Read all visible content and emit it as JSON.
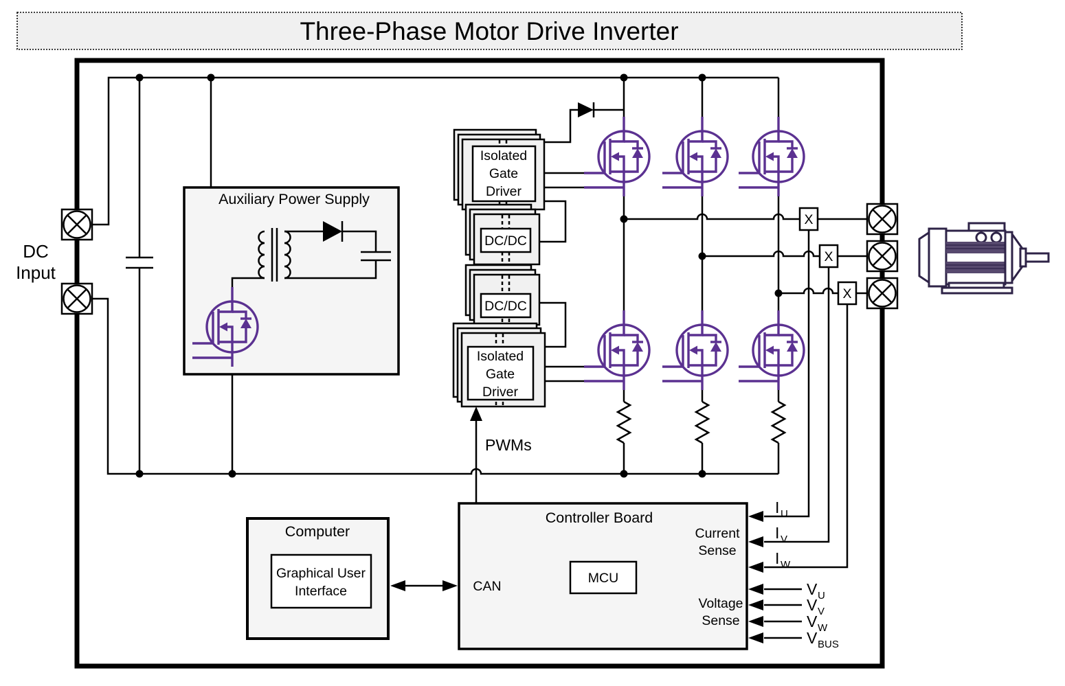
{
  "title": "Three-Phase Motor Drive Inverter",
  "colors": {
    "mosfet_purple": "#5b3191",
    "motor_dark": "#2e2347",
    "box_fill": "#f5f5f5",
    "stack_fill": "#f1f1f1",
    "wire": "#000000",
    "title_fill": "#f0f0f0"
  },
  "labels": {
    "dc_input": [
      "DC",
      "Input"
    ],
    "aux_supply": "Auxiliary Power Supply",
    "gate_driver": [
      "Isolated",
      "Gate",
      "Driver"
    ],
    "dcdc": "DC/DC",
    "pwms": "PWMs",
    "computer": "Computer",
    "gui": [
      "Graphical User",
      "Interface"
    ],
    "can": "CAN",
    "controller": "Controller Board",
    "mcu": "MCU",
    "current_sense": [
      "Current",
      "Sense"
    ],
    "voltage_sense": [
      "Voltage",
      "Sense"
    ],
    "sensor_x": "X"
  },
  "signals": {
    "iu": {
      "main": "I",
      "sub": "U"
    },
    "iv": {
      "main": "I",
      "sub": "V"
    },
    "iw": {
      "main": "I",
      "sub": "W"
    },
    "vu": {
      "main": "V",
      "sub": "U"
    },
    "vv": {
      "main": "V",
      "sub": "V"
    },
    "vw": {
      "main": "V",
      "sub": "W"
    },
    "vbus": {
      "main": "V",
      "sub": "BUS"
    }
  }
}
